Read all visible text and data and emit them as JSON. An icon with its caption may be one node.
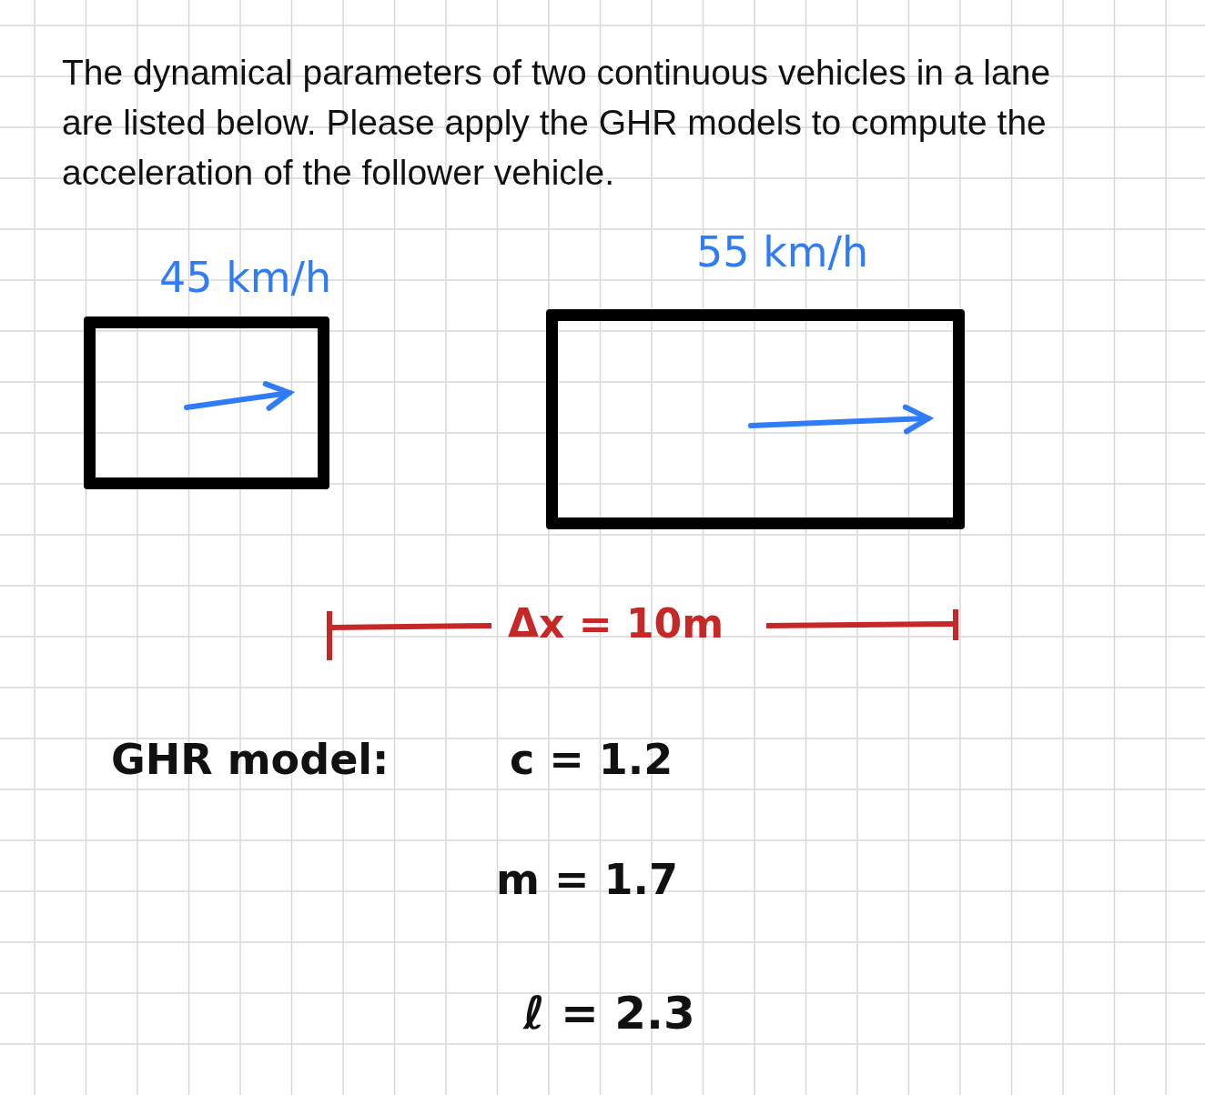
{
  "diagram": {
    "title": "The dynamical parameters of two continuous vehicles in a lane are listed below. Please apply the GHR models to compute the acceleration of the follower vehicle.",
    "nodes": [
      {
        "text": [],
        "shape": "box",
        "beside": [
          "45 km/h"
        ]
      },
      {
        "text": [],
        "shape": "box",
        "beside": [
          "55 km/h"
        ]
      }
    ],
    "labels": [
      "Δx = 10m",
      "GHR model:",
      "c = 1.2",
      "m = 1.7",
      "ℓ = 2.3"
    ]
  }
}
